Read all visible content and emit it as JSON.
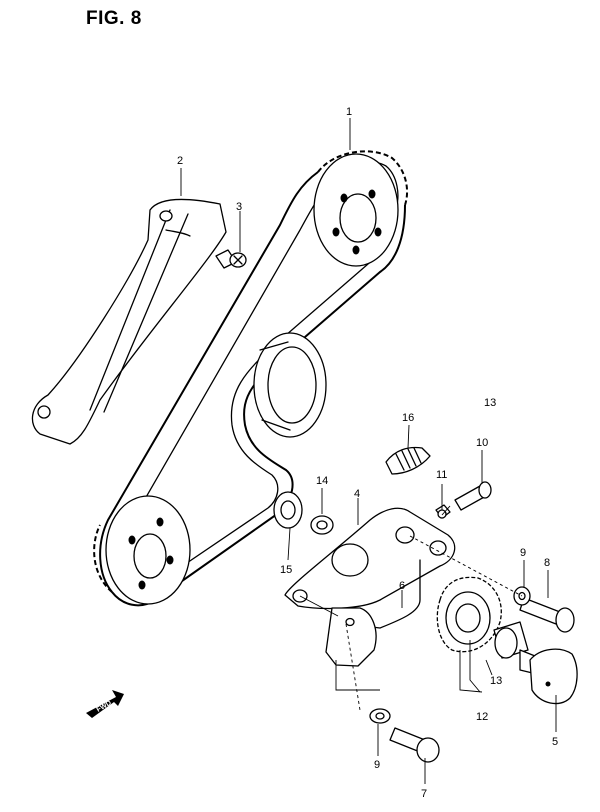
{
  "figure": {
    "title": "FIG. 8"
  },
  "fwd_label": "FWD",
  "callouts": [
    {
      "id": "c1",
      "text": "1"
    },
    {
      "id": "c2",
      "text": "2"
    },
    {
      "id": "c3",
      "text": "3"
    },
    {
      "id": "c4",
      "text": "4"
    },
    {
      "id": "c5",
      "text": "5"
    },
    {
      "id": "c6",
      "text": "6"
    },
    {
      "id": "c7",
      "text": "7"
    },
    {
      "id": "c8",
      "text": "8"
    },
    {
      "id": "c9a",
      "text": "9"
    },
    {
      "id": "c9b",
      "text": "9"
    },
    {
      "id": "c10",
      "text": "10"
    },
    {
      "id": "c11",
      "text": "11"
    },
    {
      "id": "c12",
      "text": "12"
    },
    {
      "id": "c13a",
      "text": "13"
    },
    {
      "id": "c13b",
      "text": "13"
    },
    {
      "id": "c14",
      "text": "14"
    },
    {
      "id": "c15",
      "text": "15"
    },
    {
      "id": "c16",
      "text": "16"
    }
  ]
}
